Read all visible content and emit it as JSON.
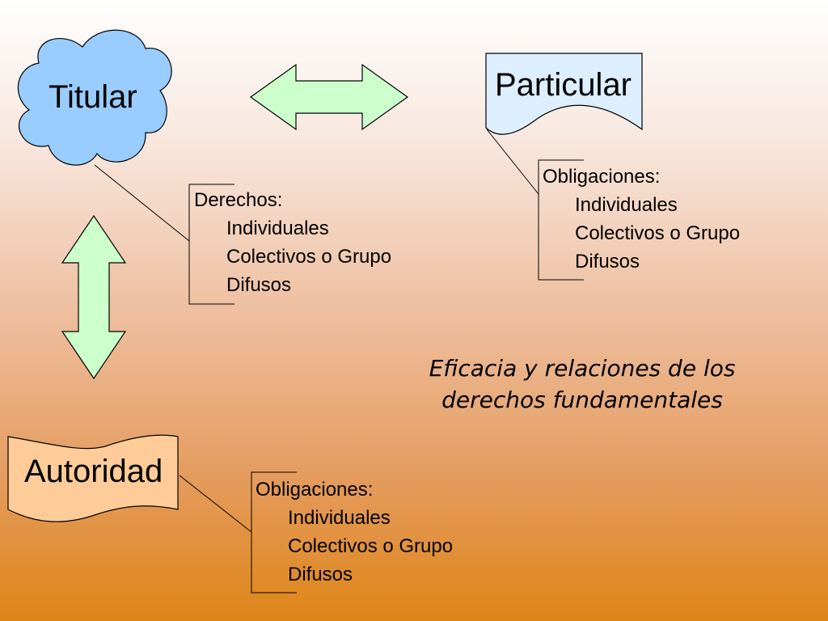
{
  "nodes": {
    "titular": "Titular",
    "particular": "Particular",
    "autoridad": "Autoridad"
  },
  "lists": {
    "titular": {
      "heading": "Derechos:",
      "items": [
        "Individuales",
        "Colectivos o Grupo",
        "Difusos"
      ]
    },
    "particular": {
      "heading": "Obligaciones:",
      "items": [
        "Individuales",
        "Colectivos o Grupo",
        "Difusos"
      ]
    },
    "autoridad": {
      "heading": "Obligaciones:",
      "items": [
        "Individuales",
        "Colectivos o Grupo",
        "Difusos"
      ]
    }
  },
  "bullet_glyph": "",
  "caption": {
    "line1": "Eficacia y relaciones de los",
    "line2": "derechos fundamentales"
  },
  "colors": {
    "cloud_fill": "#99ccff",
    "document_fill": "#ddeeff",
    "autoridad_fill": "#ffcc99",
    "arrow_fill": "#ccffcc",
    "background_top": "#ffffff",
    "background_bottom": "#de8517"
  }
}
